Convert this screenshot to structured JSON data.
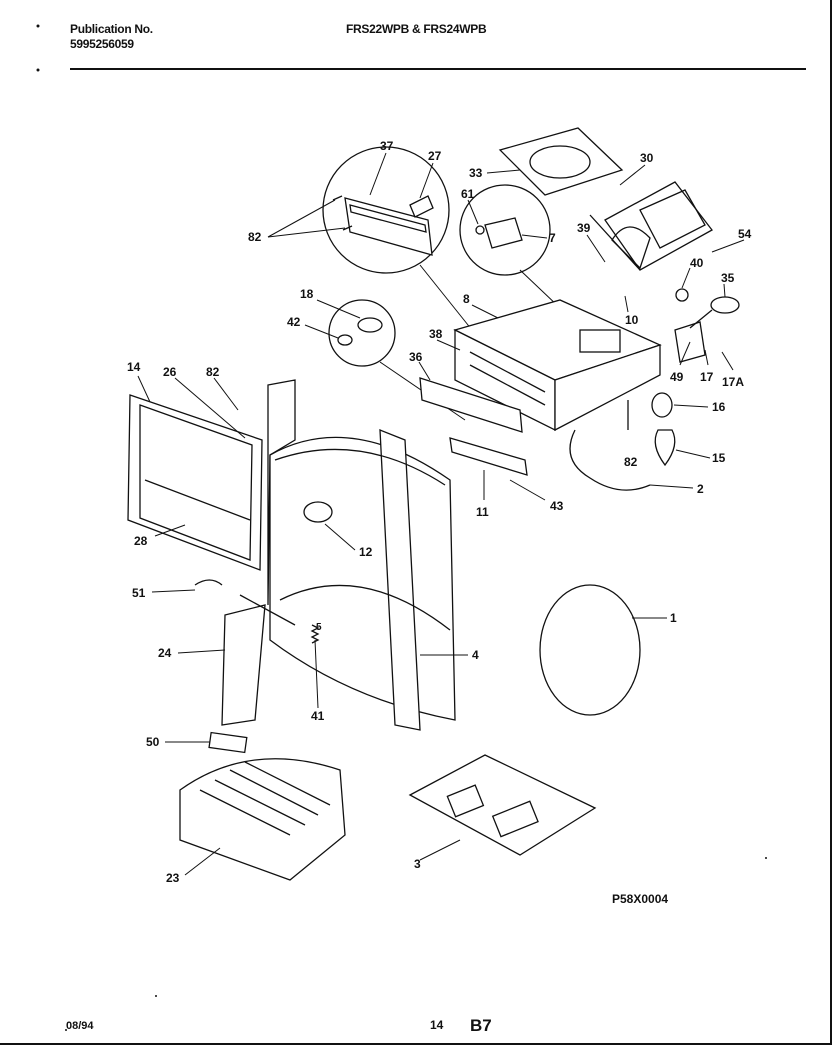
{
  "header": {
    "publication_label": "Publication No.",
    "publication_number": "5995256059",
    "models": "FRS22WPB & FRS24WPB"
  },
  "footer": {
    "date": "08/94",
    "page": "14",
    "section": "B7"
  },
  "diagram": {
    "code": "P58X0004",
    "callouts": {
      "c37": "37",
      "c27": "27",
      "c82a": "82",
      "c33": "33",
      "c30a": "30",
      "c61": "61",
      "c7": "7",
      "c39": "39",
      "c54": "54",
      "c40": "40",
      "c35": "35",
      "c10": "10",
      "c18": "18",
      "c42": "42",
      "c8": "8",
      "c38": "38",
      "c36": "36",
      "c49": "49",
      "c17": "17",
      "c17a": "17A",
      "c16": "16",
      "c14": "14",
      "c26": "26",
      "c82b": "82",
      "c82c": "82",
      "c15": "15",
      "c2": "2",
      "c11": "11",
      "c43": "43",
      "c28": "28",
      "c12": "12",
      "c51": "51",
      "c1": "1",
      "c24": "24",
      "c5": "5",
      "c4": "4",
      "c41": "41",
      "c50": "50",
      "c23": "23",
      "c3": "3"
    }
  }
}
